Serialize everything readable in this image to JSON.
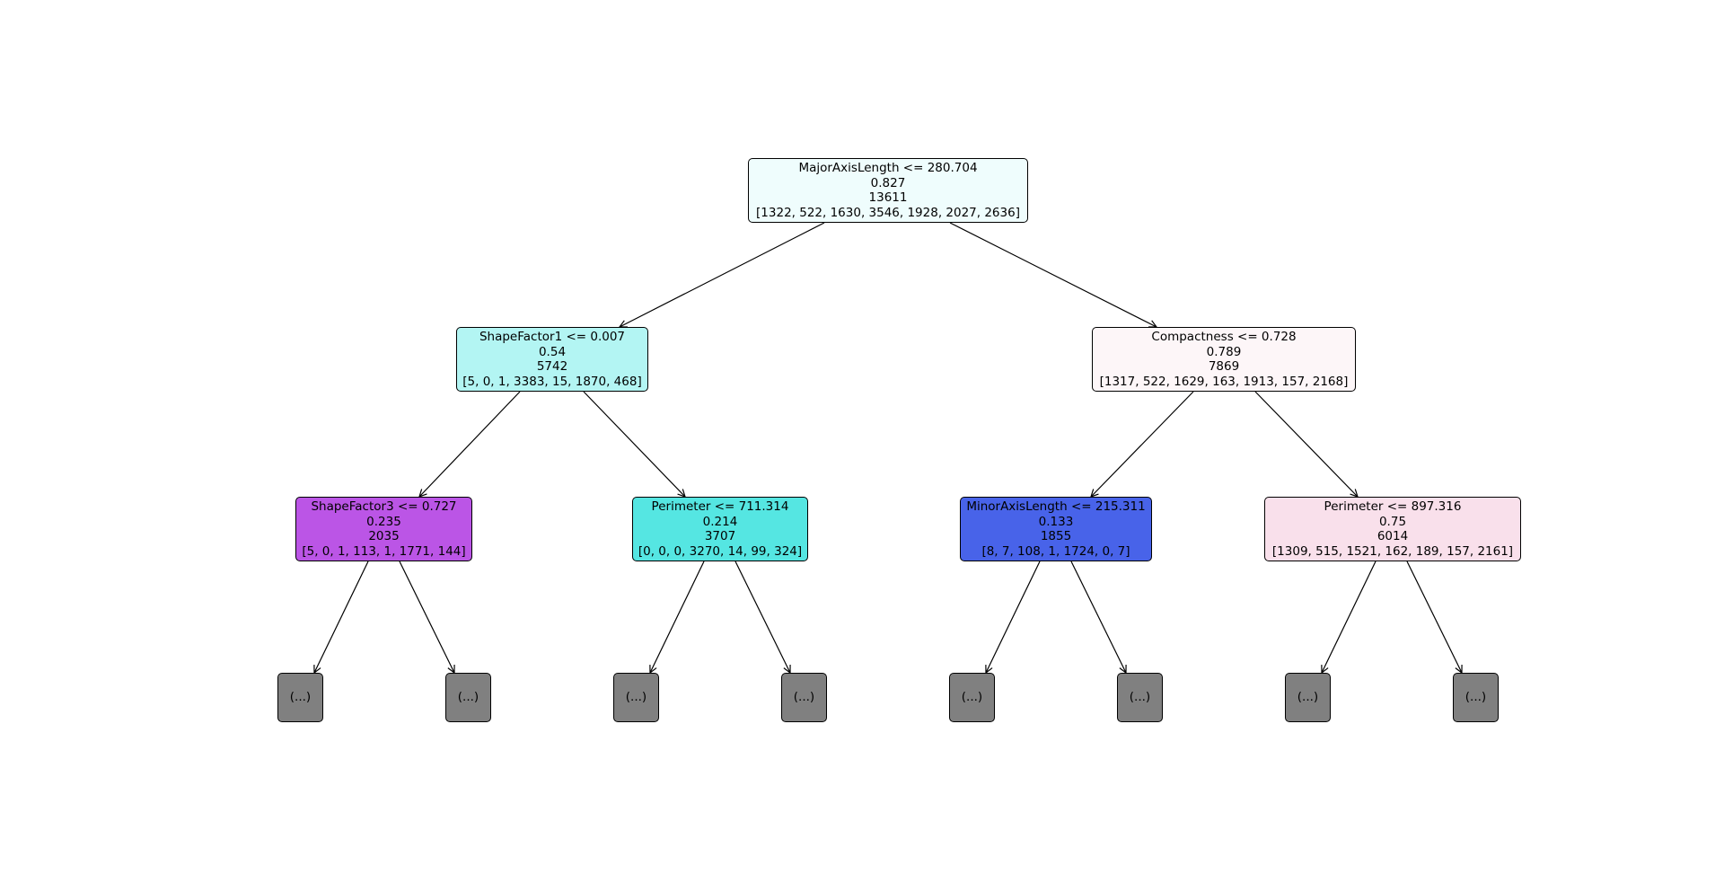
{
  "nodes": {
    "root": {
      "lines": [
        "MajorAxisLength <= 280.704",
        "0.827",
        "13611",
        "[1322, 522, 1630, 3546, 1928, 2027, 2636]"
      ],
      "fill": "#effdfd"
    },
    "l": {
      "lines": [
        "ShapeFactor1 <= 0.007",
        "0.54",
        "5742",
        "[5, 0, 1, 3383, 15, 1870, 468]"
      ],
      "fill": "#b3f5f3"
    },
    "r": {
      "lines": [
        "Compactness <= 0.728",
        "0.789",
        "7869",
        "[1317, 522, 1629, 163, 1913, 157, 2168]"
      ],
      "fill": "#fdf6f8"
    },
    "ll": {
      "lines": [
        "ShapeFactor3 <= 0.727",
        "0.235",
        "2035",
        "[5, 0, 1, 113, 1, 1771, 144]"
      ],
      "fill": "#bb55e6"
    },
    "lr": {
      "lines": [
        "Perimeter <= 711.314",
        "0.214",
        "3707",
        "[0, 0, 0, 3270, 14, 99, 324]"
      ],
      "fill": "#55e6e2"
    },
    "rl": {
      "lines": [
        "MinorAxisLength <= 215.311",
        "0.133",
        "1855",
        "[8, 7, 108, 1, 1724, 0, 7]"
      ],
      "fill": "#4863e9"
    },
    "rr": {
      "lines": [
        "Perimeter <= 897.316",
        "0.75",
        "6014",
        "[1309, 515, 1521, 162, 189, 157, 2161]"
      ],
      "fill": "#f9e0eb"
    }
  },
  "truncated_label": "(...)",
  "colors": {
    "edge": "#000000",
    "truncated_fill": "#808080"
  }
}
